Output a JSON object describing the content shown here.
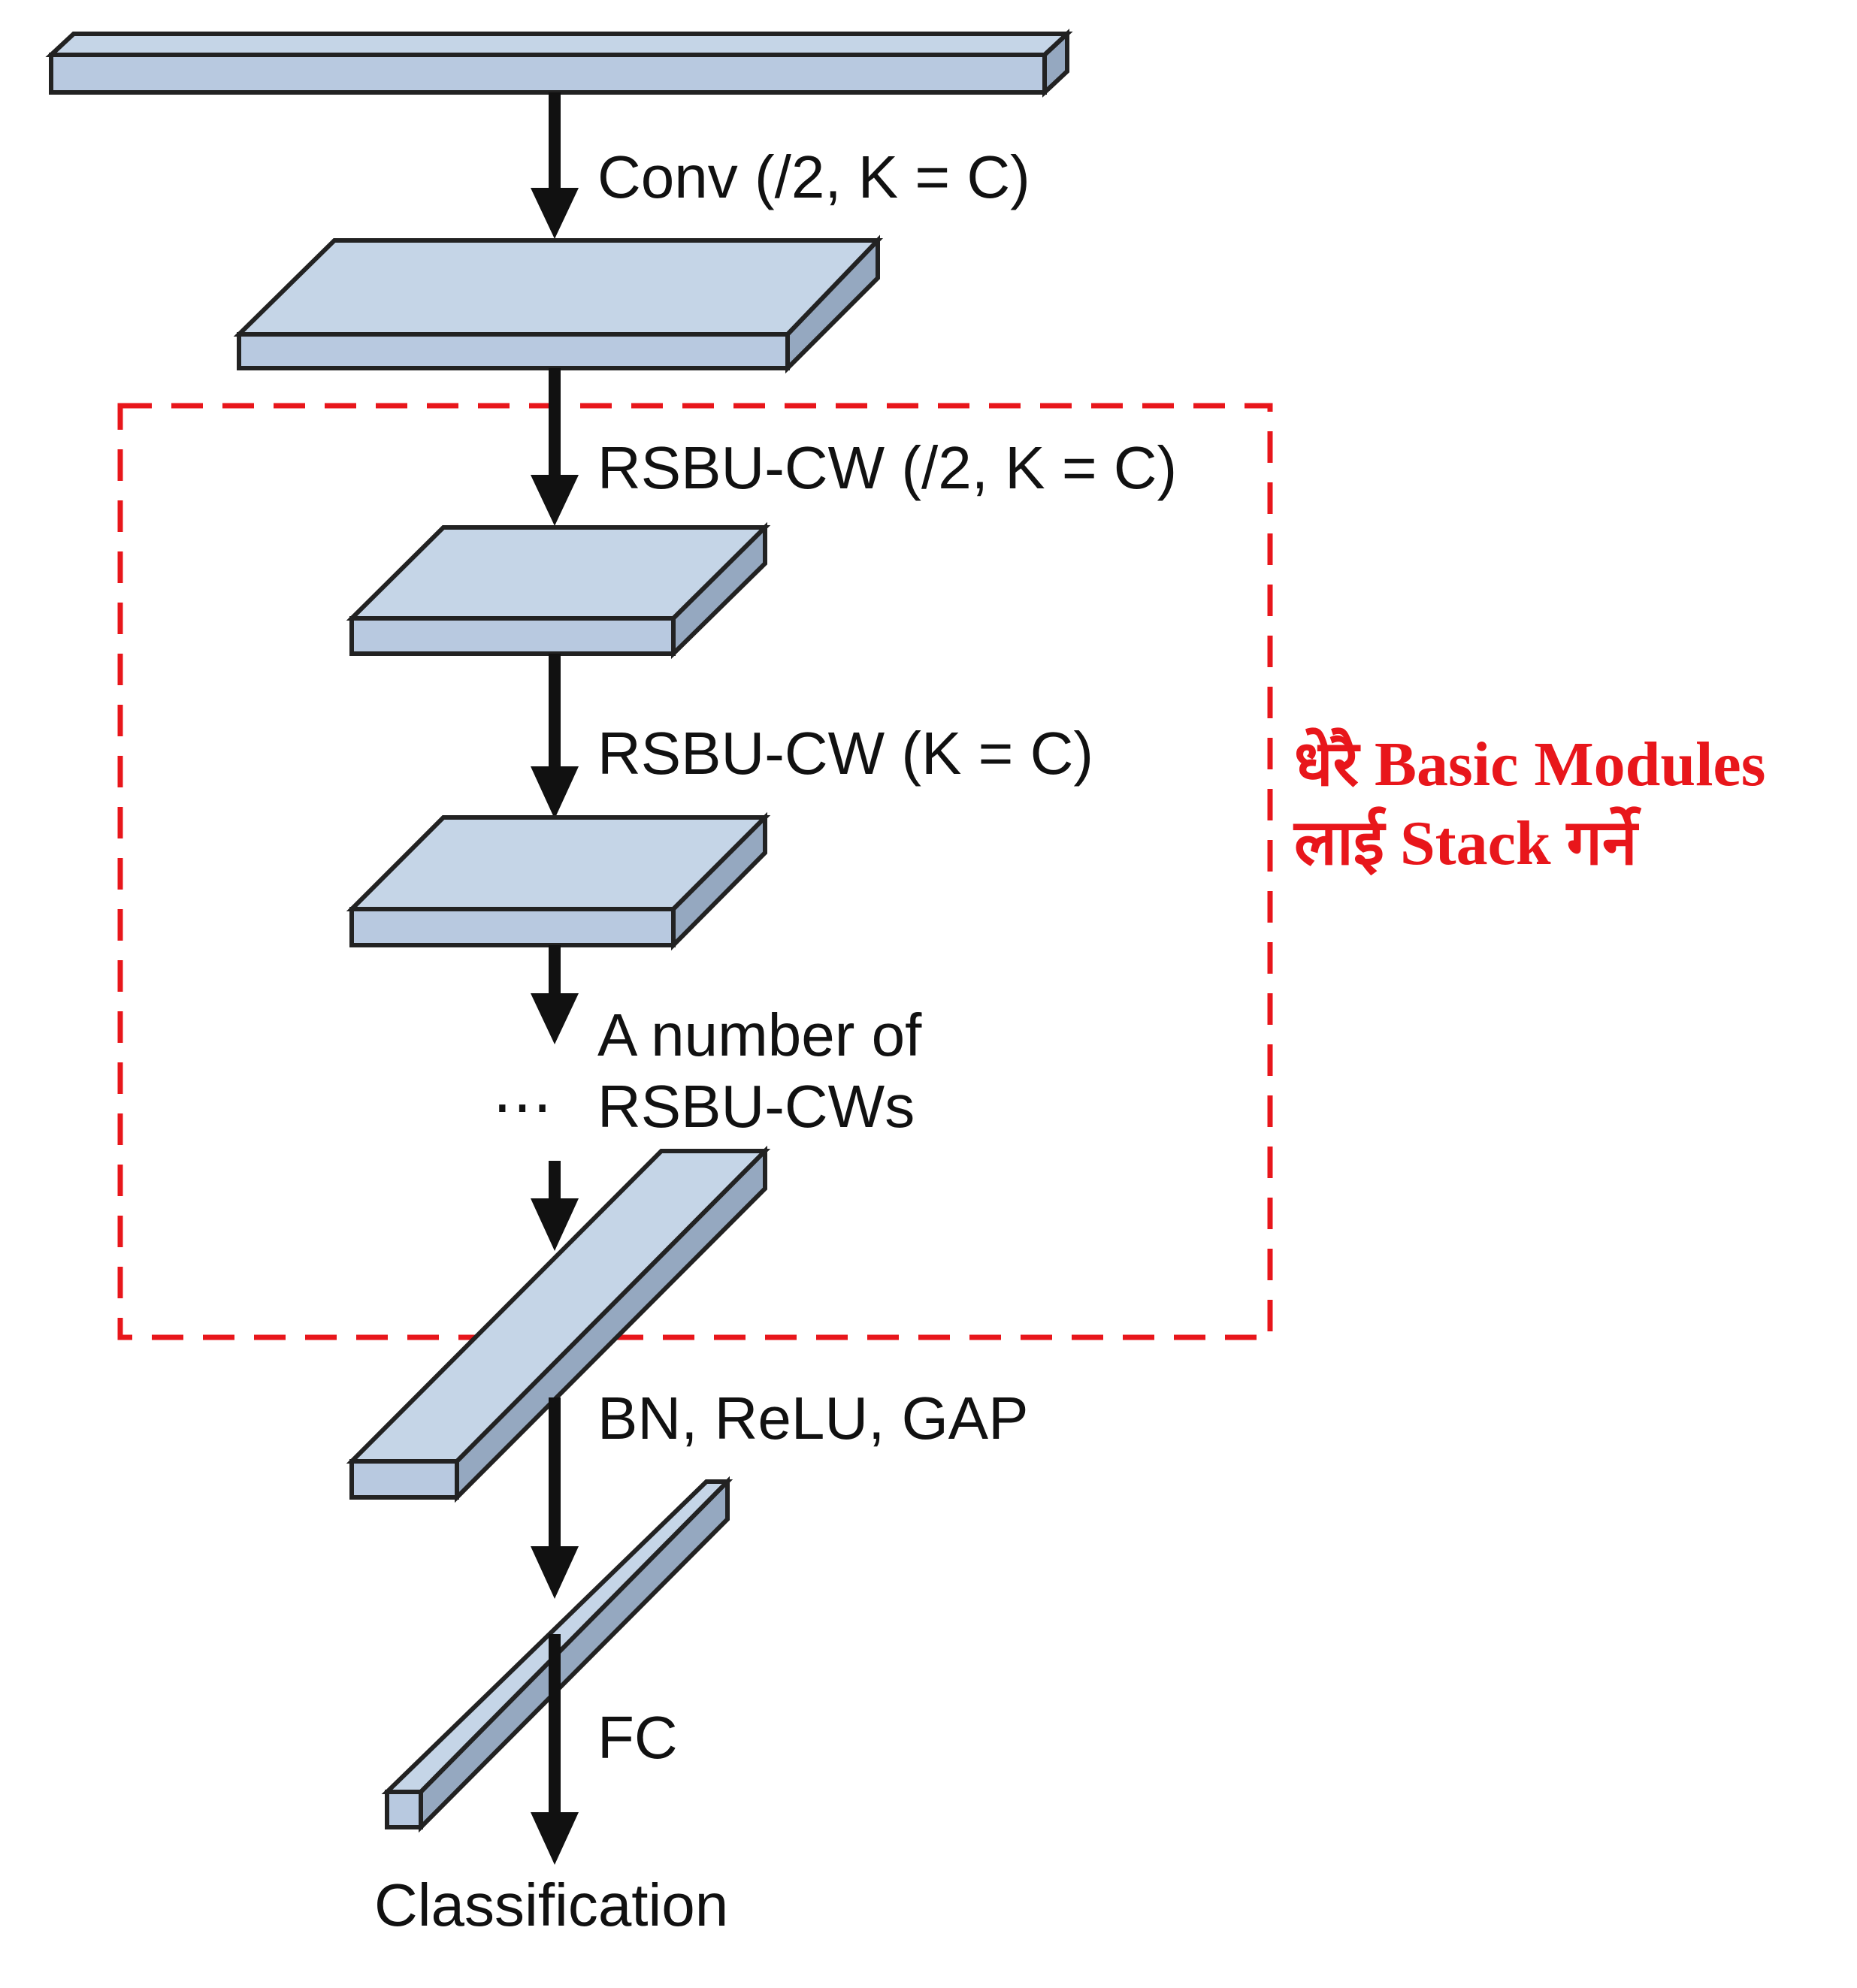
{
  "labels": {
    "conv": "Conv (/2, K = C)",
    "rsbu1": "RSBU-CW (/2, K = C)",
    "rsbu2": "RSBU-CW (K = C)",
    "many_line1": "A number of",
    "many_line2": "RSBU-CWs",
    "ellipsis": "⋯",
    "bn": "BN, ReLU, GAP",
    "fc": "FC",
    "classification": "Classification"
  },
  "annotation": {
    "line1": "धेरै Basic Modules",
    "line2": "लाई Stack गर्ने",
    "color": "#e8161b"
  },
  "colors": {
    "block_face": "#c5d5e7",
    "block_side": "#95a8c0",
    "outline": "#222222",
    "arrow": "#111111",
    "dashed_box": "#e8161b"
  }
}
